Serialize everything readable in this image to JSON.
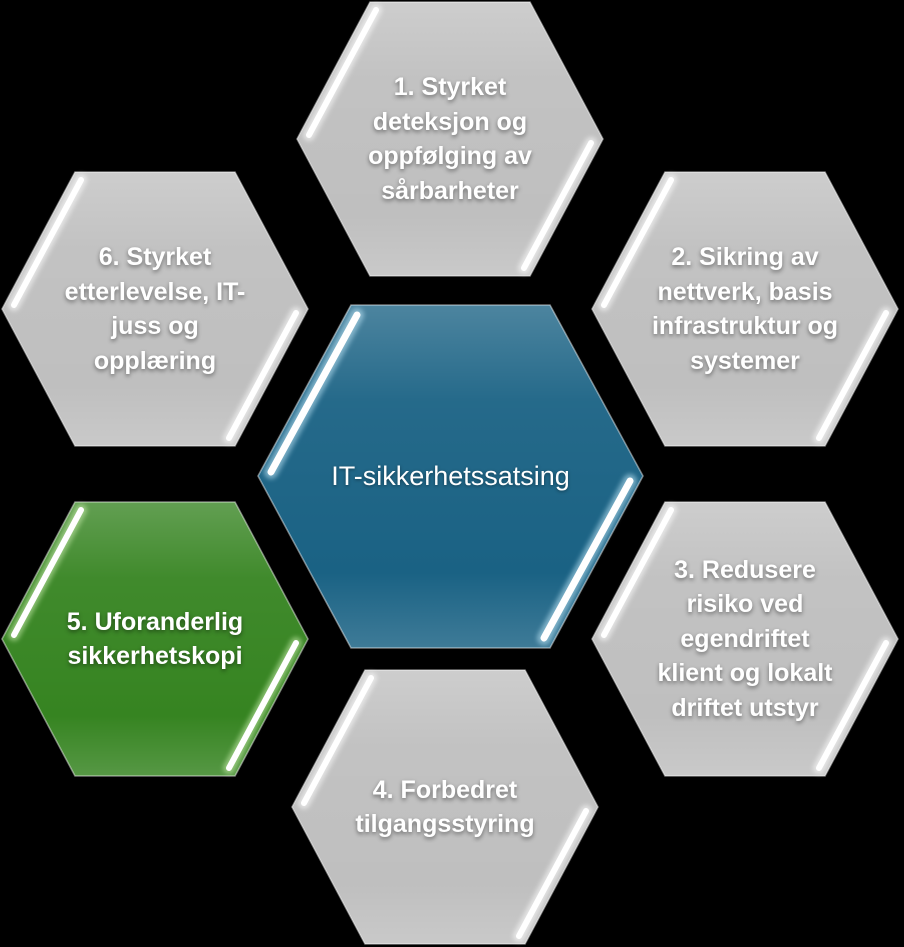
{
  "diagram": {
    "background_color": "#000000",
    "text_color": "#FFFFFF",
    "center_node": {
      "label": "IT-sikkerhetssatsing",
      "color": "#1A6284",
      "glow": "#BEE6F7"
    },
    "nodes": [
      {
        "label": "1. Styrket\ndeteksjon og\noppfølging av\nsårbarheter",
        "color": "#BFBFBF",
        "glow": "#FFFFFF"
      },
      {
        "label": "2. Sikring av\nnettverk, basis\ninfrastruktur og\nsystemer",
        "color": "#BFBFBF",
        "glow": "#FFFFFF"
      },
      {
        "label": "3. Redusere\nrisiko ved\negendriftet\nklient og lokalt\ndriftet utstyr",
        "color": "#BFBFBF",
        "glow": "#FFFFFF"
      },
      {
        "label": "4. Forbedret\ntilgangsstyring",
        "color": "#BFBFBF",
        "glow": "#FFFFFF"
      },
      {
        "label": "5. Uforanderlig\nsikkerhetskopi",
        "color": "#368421",
        "glow": "#CBEFAF"
      },
      {
        "label": "6. Styrket\netterlevelse, IT-\njuss og\nopplæring",
        "color": "#BFBFBF",
        "glow": "#FFFFFF"
      }
    ]
  }
}
